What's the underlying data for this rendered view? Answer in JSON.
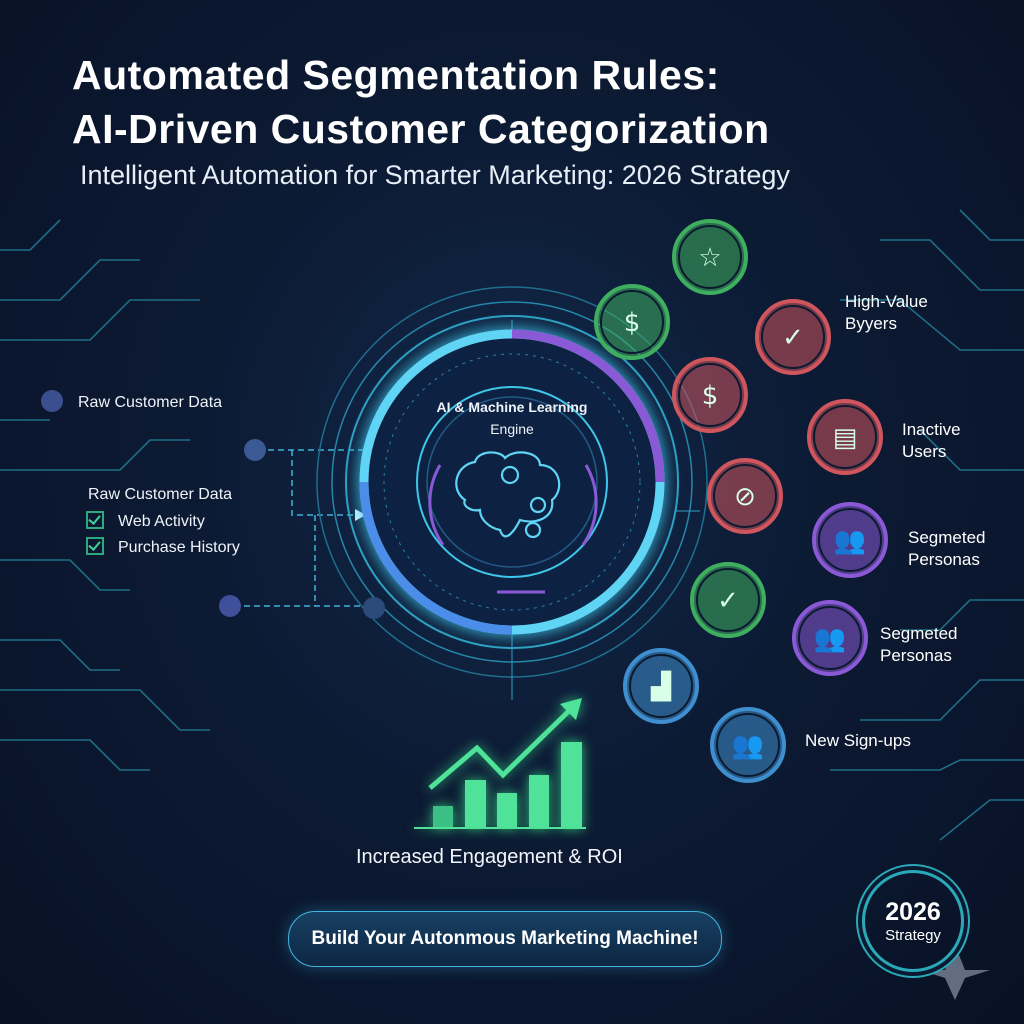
{
  "header": {
    "title_line1": "Automated Segmentation Rules:",
    "title_line2": "AI-Driven Customer Categorization",
    "subtitle": "Intelligent Automation for Smarter Marketing: 2026 Strategy"
  },
  "inputs": {
    "top_label": "Raw Customer Data",
    "block_title": "Raw Customer Data",
    "items": [
      "Web Activity",
      "Purchase History"
    ]
  },
  "engine": {
    "label_line1": "AI & Machine Learning",
    "label_line2": "Engine"
  },
  "segments": [
    {
      "icon": "star-icon",
      "color": "#3fae5e"
    },
    {
      "icon": "money-bag-icon",
      "color": "#3fae5e"
    },
    {
      "icon": "clipboard-check-icon",
      "color": "#d0565e"
    },
    {
      "icon": "dollar-gear-icon",
      "color": "#d0565e"
    },
    {
      "icon": "document-icon",
      "color": "#d0565e"
    },
    {
      "icon": "no-emoji-icon",
      "color": "#d0565e"
    },
    {
      "icon": "group-icon",
      "color": "#8a5ad6"
    },
    {
      "icon": "clipboard-check-icon",
      "color": "#3fae5e"
    },
    {
      "icon": "group-icon",
      "color": "#8a5ad6"
    },
    {
      "icon": "bar-chart-icon",
      "color": "#3f8fd0"
    },
    {
      "icon": "group-icon",
      "color": "#3f8fd0"
    }
  ],
  "segment_labels": [
    {
      "line1": "High-Value",
      "line2": "Byyers"
    },
    {
      "line1": "Inactive",
      "line2": "Users"
    },
    {
      "line1": "Segmeted",
      "line2": "Personas"
    },
    {
      "line1": "Segmeted",
      "line2": "Personas"
    },
    {
      "line1": "New Sign-ups",
      "line2": ""
    }
  ],
  "outcome": {
    "label": "Increased Engagement & ROI"
  },
  "cta": {
    "label": "Build Your Autonmous Marketing Machine!"
  },
  "badge": {
    "year": "2026",
    "label": "Strategy"
  },
  "colors": {
    "accent": "#3fc6e8",
    "purple": "#8a5ad6",
    "green": "#4fe39a"
  }
}
